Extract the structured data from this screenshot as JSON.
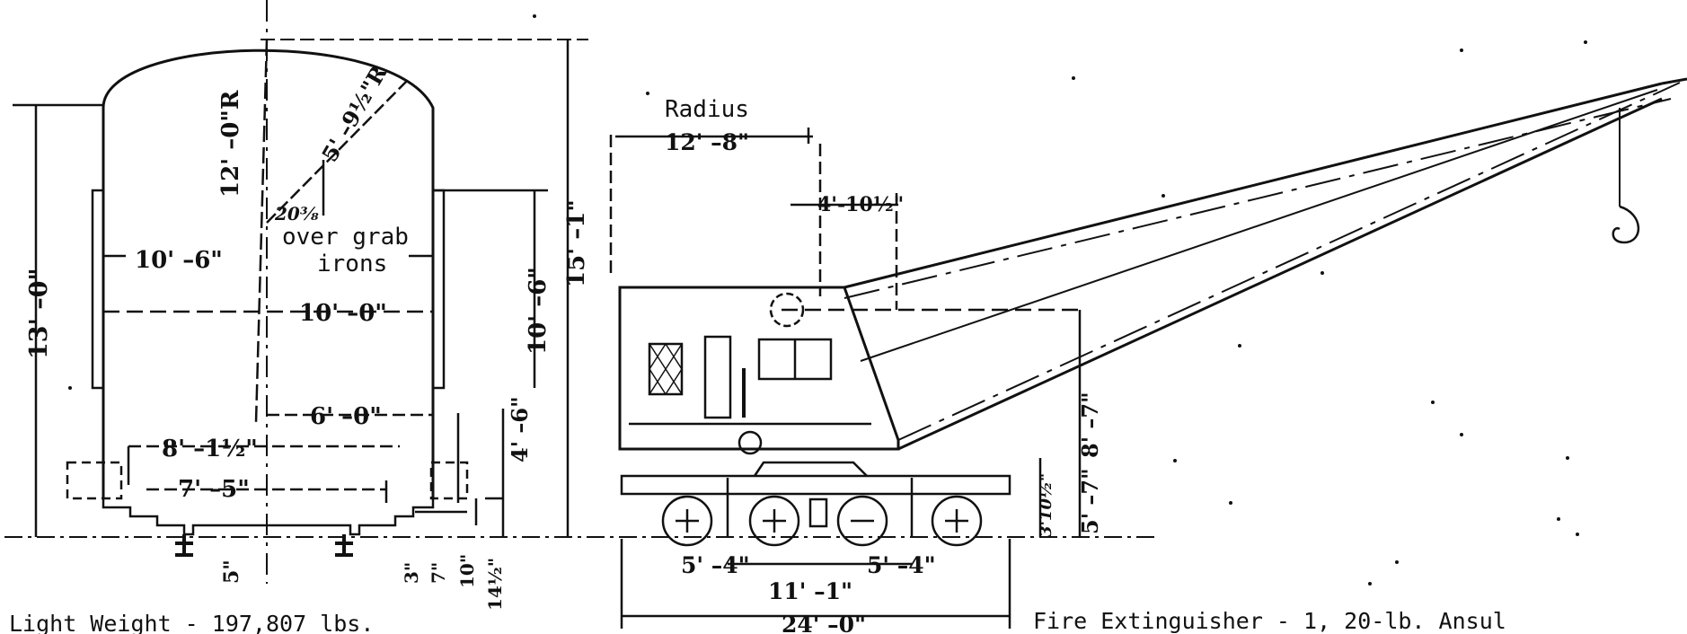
{
  "diagram": {
    "car_end_view": {
      "dim_overall_height": "13' –0\"",
      "dim_roof_radius": "12' –0\"R",
      "dim_corner_radius": "5' –9½\"R",
      "dim_offset_fraction": "20⅜",
      "over_grab_irons_line1": "over grab",
      "over_grab_irons_line2": "irons",
      "dim_width_10_6": "10' –6\"",
      "dim_width_10_0": "10' –0\"",
      "dim_height_10_6": "10' –6\"",
      "dim_height_15_1": "15' –1\"",
      "dim_6_0": "6' –0\"",
      "dim_8_1_half": "8' –1½\"",
      "dim_7_5": "7' –5\"",
      "dim_4_6": "4' –6\"",
      "dim_5in": "5\"",
      "dim_3in": "3\"",
      "dim_7in": "7\"",
      "dim_10in": "10\"",
      "dim_14_half": "14½\""
    },
    "crane_side_view": {
      "radius_label": "Radius",
      "radius_value": "12' –8\"",
      "dim_4_10_half": "4'-10½\"",
      "dim_8_7": "8' –7\"",
      "dim_5_7": "5' –7\"",
      "dim_3_10_half": "3'10½\"",
      "dim_5_4_left": "5' –4\"",
      "dim_5_4_right": "5' –4\"",
      "dim_11_1": "11' –1\"",
      "dim_24_0": "24' –0\""
    },
    "notes": {
      "light_weight": "Light Weight - 197,807 lbs.",
      "fire_extinguisher": "Fire Extinguisher - 1, 20-lb. Ansul"
    }
  }
}
